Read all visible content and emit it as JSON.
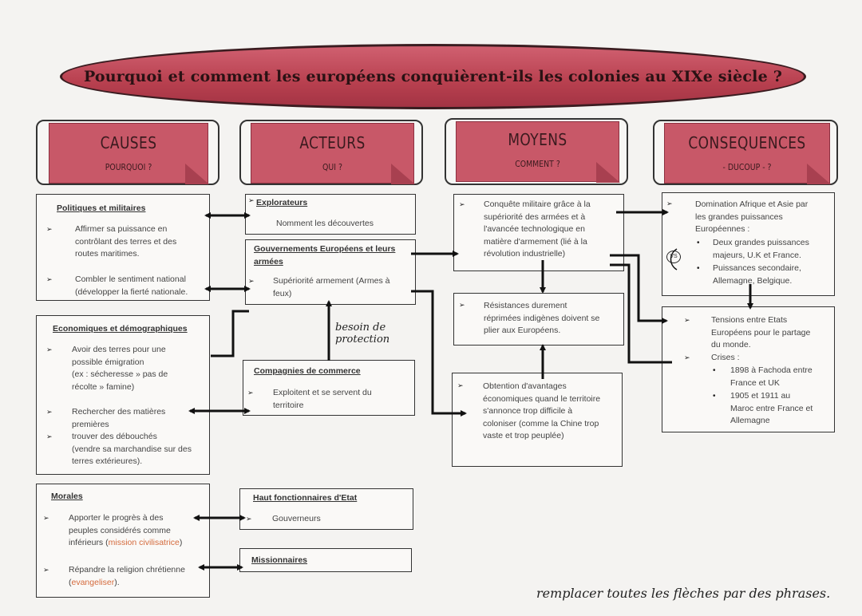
{
  "title": "Pourquoi et comment les européens conquièrent-ils les colonies au XIXe siècle ?",
  "headers": {
    "causes": {
      "title": "CAUSES",
      "subtitle": "POURQUOI ?"
    },
    "acteurs": {
      "title": "ACTEURS",
      "subtitle": "QUI ?"
    },
    "moyens": {
      "title": "MOYENS",
      "subtitle": "COMMENT ?"
    },
    "consequences": {
      "title": "CONSEQUENCES",
      "subtitle": "- DUCOUP - ?"
    }
  },
  "causes": {
    "politiques": {
      "title": "Politiques et militaires",
      "item1": [
        "Affirmer sa puissance en",
        "contrôlant des terres et des",
        "routes maritimes."
      ],
      "item2": [
        "Combler le sentiment national",
        "(développer la fierté nationale."
      ]
    },
    "economiques": {
      "title": "Economiques et démographiques",
      "item1": [
        "Avoir des terres pour une",
        "possible émigration",
        "(ex : sécheresse » pas de",
        "récolte » famine)"
      ],
      "item2": [
        "Rechercher des matières",
        "premières"
      ],
      "item3": [
        "trouver des débouchés",
        "(vendre sa marchandise sur des",
        "terres extérieures)."
      ]
    },
    "morales": {
      "title": "Morales",
      "item1_lines": [
        "Apporter le progrès à des",
        "peuples considérés comme"
      ],
      "item1_last": "inférieurs (",
      "item1_red": "mission civilisatrice",
      "item1_end": ")",
      "item2_line": "Répandre la religion chrétienne",
      "item2_open": "(",
      "item2_red": "evangeliser",
      "item2_close": ")."
    }
  },
  "acteurs": {
    "explorateurs": {
      "title": "Explorateurs",
      "item": "Nomment les découvertes"
    },
    "gouvernements": {
      "title_lines": [
        "Gouvernements Européens et leurs",
        "armées"
      ],
      "item": [
        "Supériorité armement (Armes à",
        "feux)"
      ]
    },
    "besoin": [
      "besoin de",
      "protection"
    ],
    "compagnies": {
      "title": "Compagnies de commerce",
      "item": [
        "Exploitent et se servent du",
        "territoire"
      ]
    },
    "haut": {
      "title": "Haut fonctionnaires d'Etat",
      "item": "Gouverneurs"
    },
    "missionnaires": {
      "title": "Missionnaires"
    }
  },
  "moyens": {
    "conquete": [
      "Conquête militaire grâce à la",
      "supériorité des armées et à",
      "l'avancée technologique en",
      "matière d'armement (lié à la",
      "révolution industrielle)"
    ],
    "resistances": [
      "Résistances durement",
      "réprimées indigènes doivent se",
      "plier aux Européens."
    ],
    "obtention": [
      "Obtention d'avantages",
      "économiques quand le territoire",
      "s'annonce trop difficile à",
      "coloniser (comme la Chine trop",
      "vaste et trop peuplée)"
    ]
  },
  "consequences": {
    "domination": {
      "lines": [
        "Domination Afrique et Asie par",
        "les grandes puissances",
        "Européennes :"
      ],
      "b1": [
        "Deux grandes puissances",
        "majeurs, U.K et France."
      ],
      "b2": [
        "Puissances secondaire,",
        "Allemagne, Belgique."
      ],
      "vs": "VS"
    },
    "tensions": {
      "lines": [
        "Tensions entre Etats",
        "Européens pour le partage",
        "du monde."
      ],
      "crises": "Crises :",
      "b1": [
        "1898 à Fachoda entre",
        "France et UK"
      ],
      "b2": [
        "1905 et 1911 au",
        "Maroc entre France et",
        "Allemagne"
      ]
    }
  },
  "note": "remplacer toutes les flèches par des phrases.",
  "bullet_symbols": {
    "triangle": "➢",
    "dot": "•"
  }
}
